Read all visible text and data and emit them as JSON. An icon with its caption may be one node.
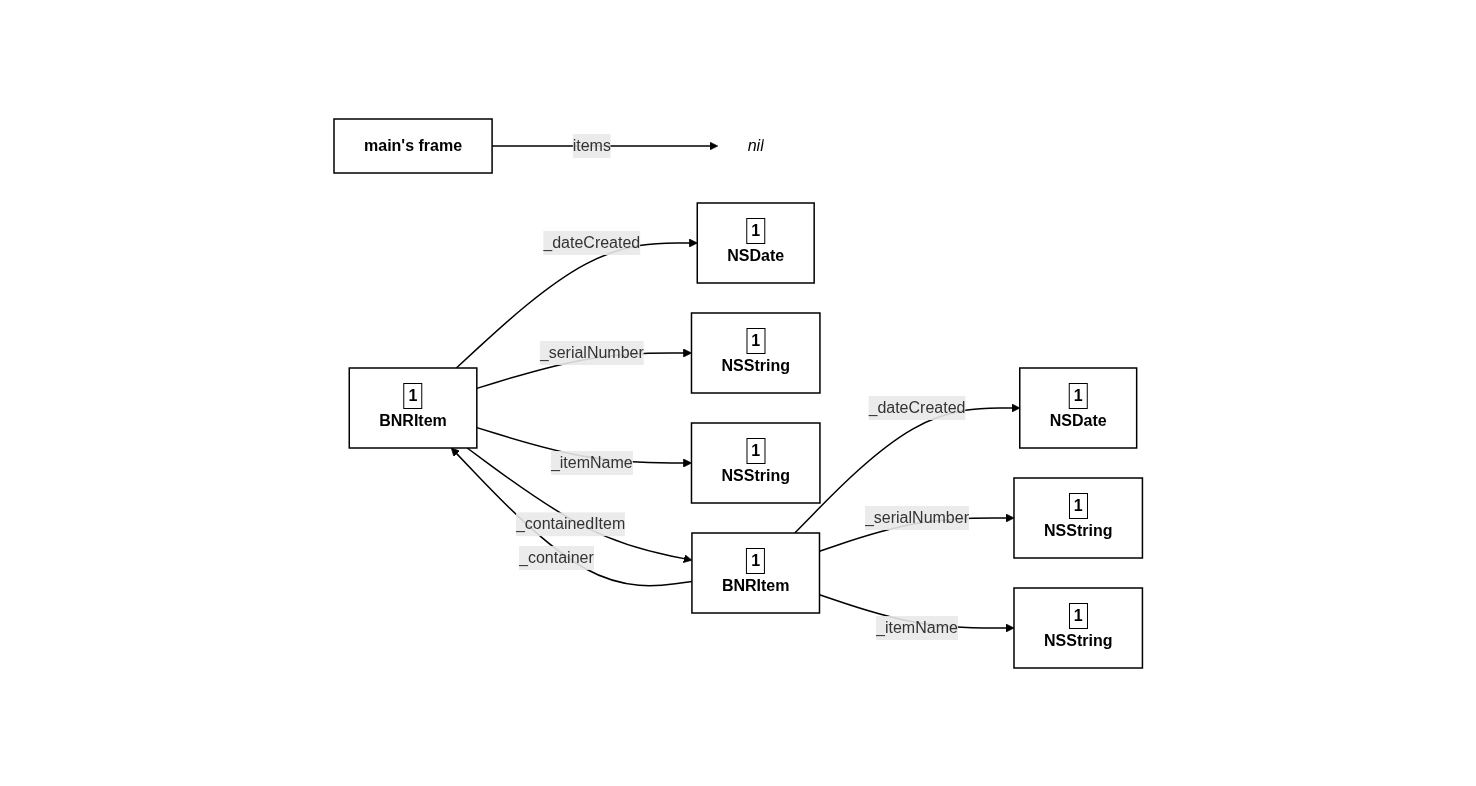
{
  "diagram": {
    "nodes": [
      {
        "text": [
          "main's frame"
        ]
      },
      {
        "text": [
          "nil"
        ]
      },
      {
        "text": [
          "1",
          "BNRItem"
        ]
      },
      {
        "text": [
          "1",
          "NSDate"
        ]
      },
      {
        "text": [
          "1",
          "NSString"
        ]
      },
      {
        "text": [
          "1",
          "NSString"
        ]
      },
      {
        "text": [
          "1",
          "BNRItem"
        ]
      },
      {
        "text": [
          "1",
          "NSDate"
        ]
      },
      {
        "text": [
          "1",
          "NSString"
        ]
      },
      {
        "text": [
          "1",
          "NSString"
        ]
      }
    ],
    "edges": [
      {
        "from": 0,
        "to": 1,
        "label": "items",
        "arrow": "to"
      },
      {
        "from": 2,
        "to": 3,
        "label": "_dateCreated",
        "arrow": "to"
      },
      {
        "from": 2,
        "to": 4,
        "label": "_serialNumber",
        "arrow": "to"
      },
      {
        "from": 2,
        "to": 5,
        "label": "_itemName",
        "arrow": "to"
      },
      {
        "from": 6,
        "to": 2,
        "label": "_container",
        "arrow": "to"
      },
      {
        "from": 2,
        "to": 6,
        "label": "_containedItem",
        "arrow": "to"
      },
      {
        "from": 6,
        "to": 7,
        "label": "_dateCreated",
        "arrow": "to"
      },
      {
        "from": 6,
        "to": 8,
        "label": "_serialNumber",
        "arrow": "to"
      },
      {
        "from": 6,
        "to": 9,
        "label": "_itemName",
        "arrow": "to"
      }
    ]
  }
}
